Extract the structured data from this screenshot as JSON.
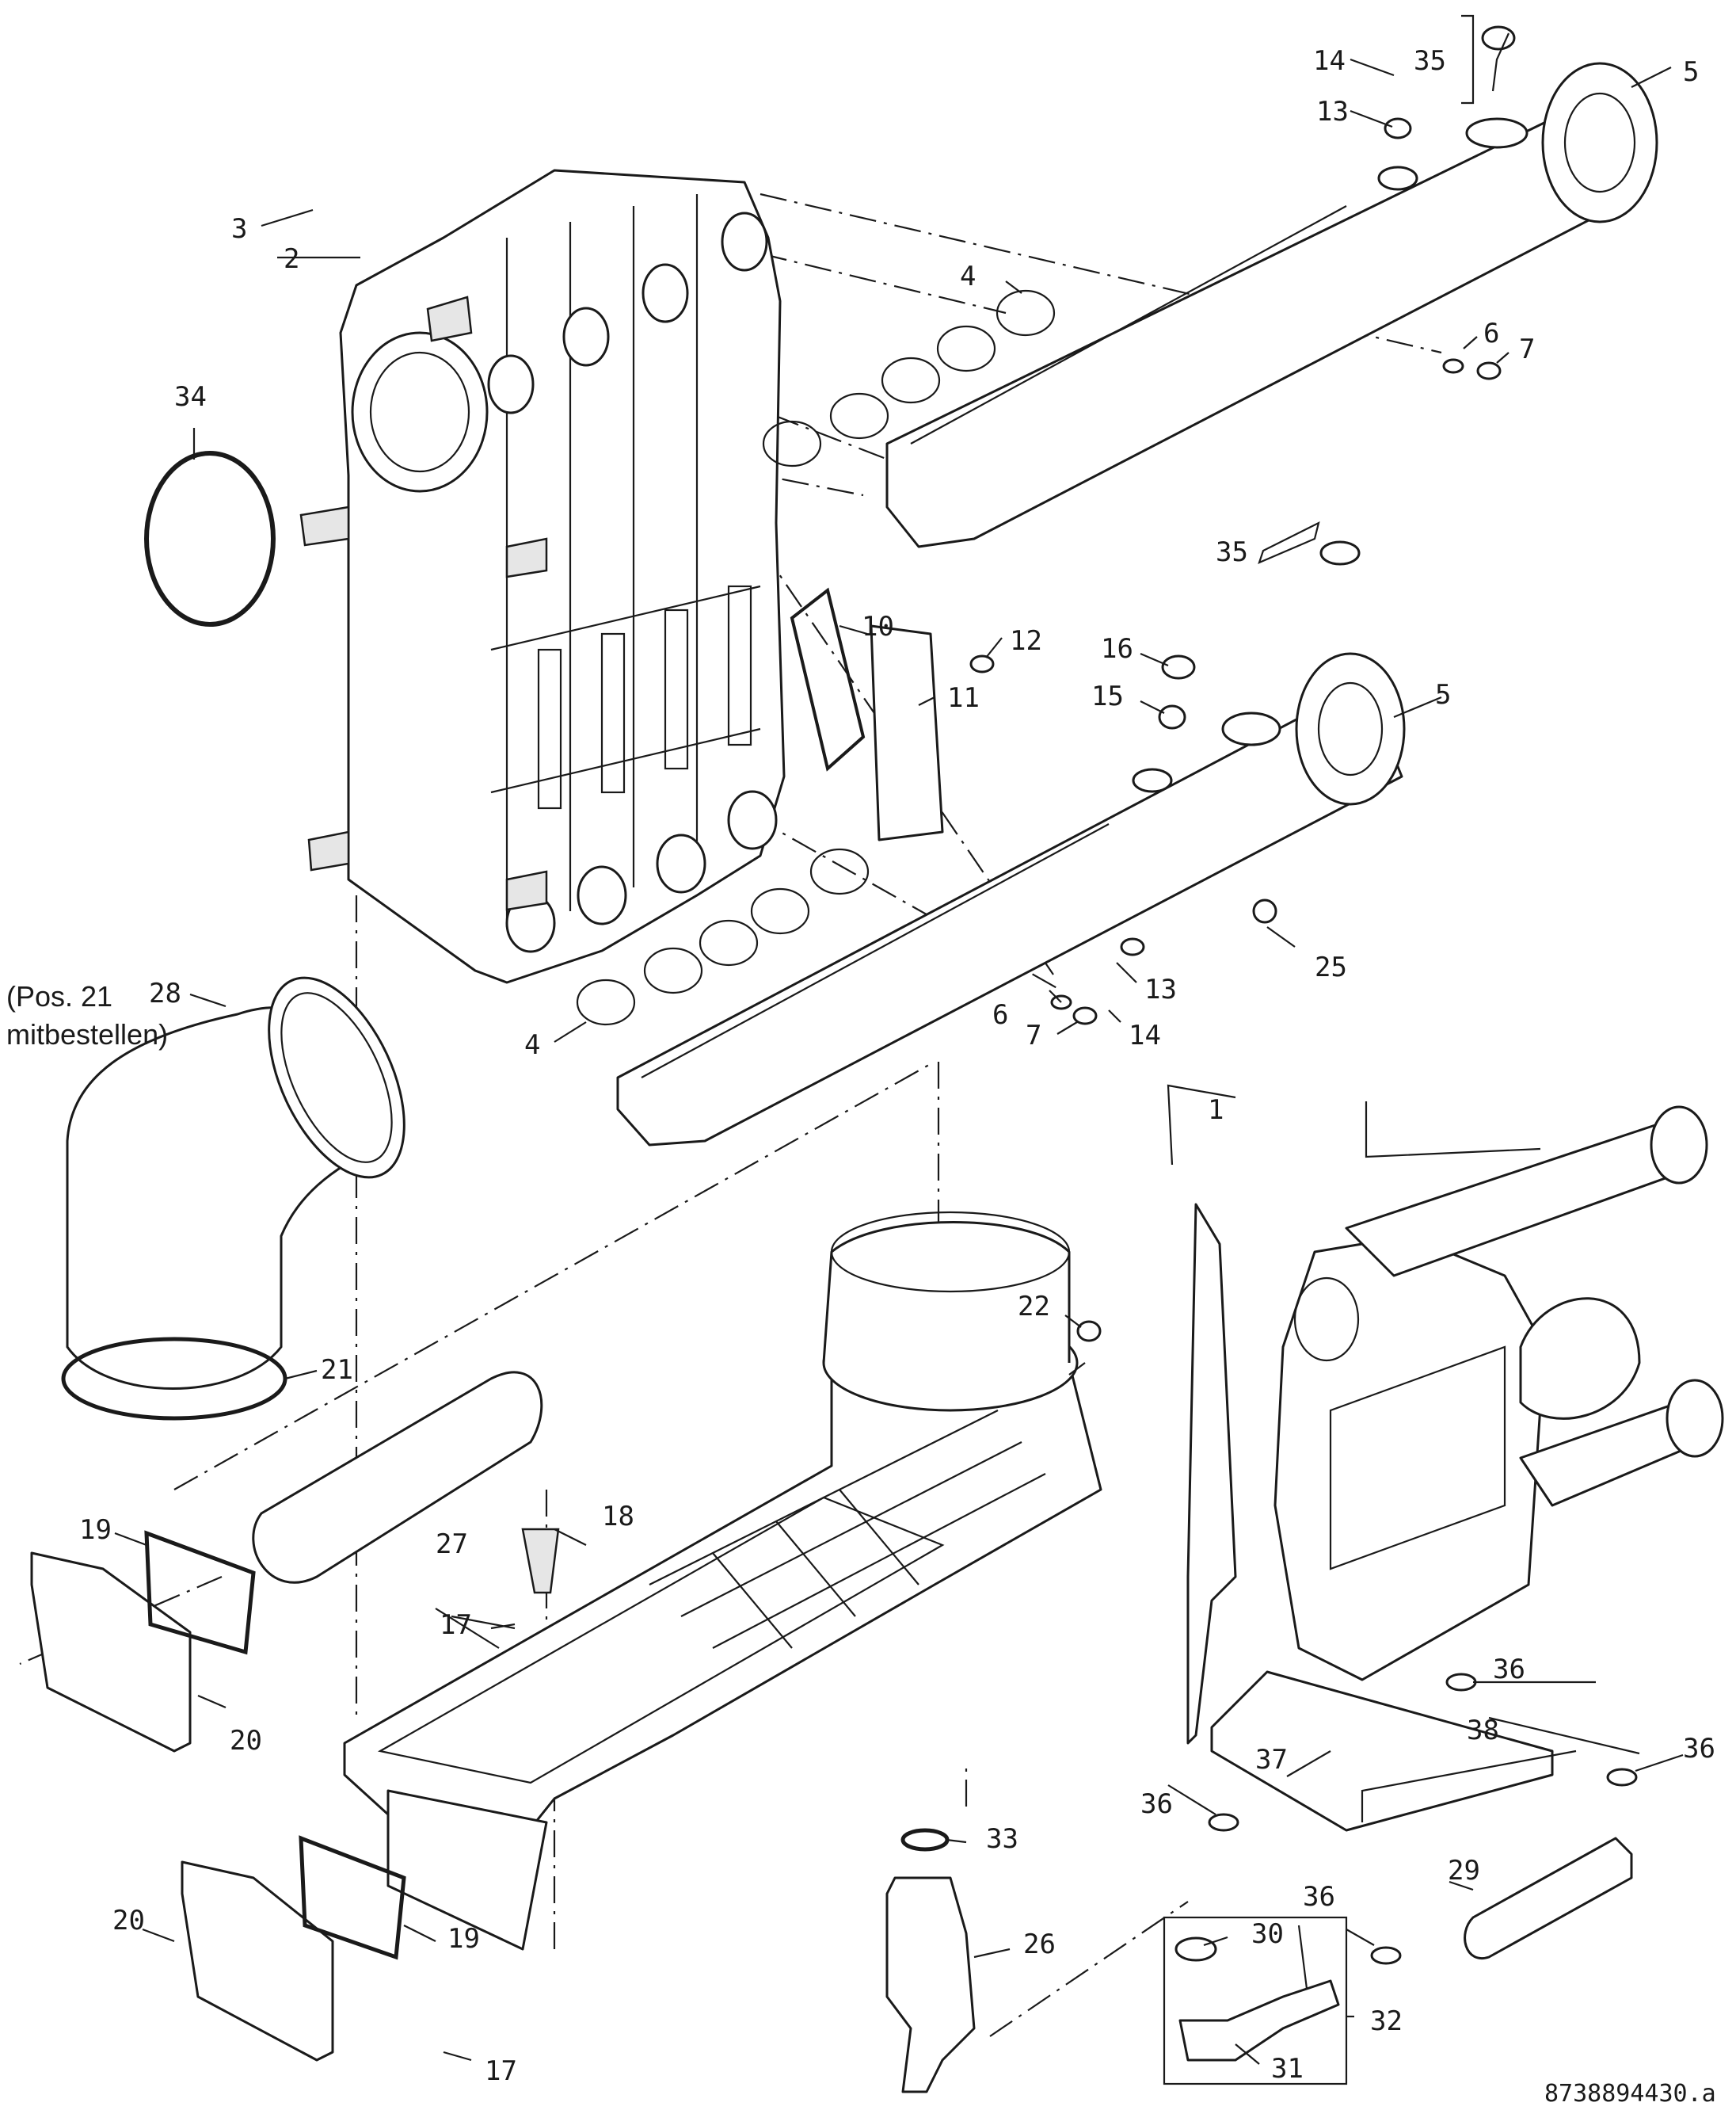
{
  "note": {
    "line1": "(Pos. 21",
    "line2": "mitbestellen)"
  },
  "document_id": "8738894430.a",
  "labels": {
    "l1": "1",
    "l2": "2",
    "l3": "3",
    "l4a": "4",
    "l4b": "4",
    "l5a": "5",
    "l5b": "5",
    "l6a": "6",
    "l6b": "6",
    "l7a": "7",
    "l7b": "7",
    "l10": "10",
    "l11": "11",
    "l12": "12",
    "l13a": "13",
    "l13b": "13",
    "l14a": "14",
    "l14b": "14",
    "l15": "15",
    "l16": "16",
    "l17a": "17",
    "l17b": "17",
    "l18": "18",
    "l19a": "19",
    "l19b": "19",
    "l20a": "20",
    "l20b": "20",
    "l21": "21",
    "l22": "22",
    "l25": "25",
    "l26": "26",
    "l27": "27",
    "l28": "28",
    "l29": "29",
    "l30": "30",
    "l31": "31",
    "l32": "32",
    "l33": "33",
    "l34": "34",
    "l35a": "35",
    "l35b": "35",
    "l36a": "36",
    "l36b": "36",
    "l36c": "36",
    "l36d": "36",
    "l37": "37",
    "l38": "38"
  }
}
